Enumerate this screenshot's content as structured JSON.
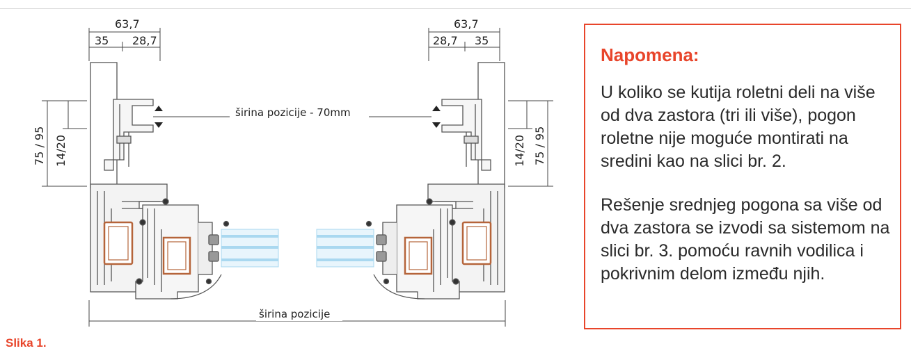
{
  "figure": {
    "caption": "Slika 1.",
    "top_width_label": "širina pozicije - 70mm",
    "bottom_width_label": "širina pozicije",
    "left_dims": {
      "total": "63,7",
      "part_a": "35",
      "part_b": "28,7",
      "vertical_outer": "75 / 95",
      "vertical_inner": "14/20"
    },
    "right_dims": {
      "total": "63,7",
      "part_a": "28,7",
      "part_b": "35",
      "vertical_outer": "75 / 95",
      "vertical_inner": "14/20"
    },
    "glass_color": "#a9d8f0",
    "reinforcement_color": "#b5643a"
  },
  "note": {
    "title": "Napomena:",
    "paragraph1": "U koliko se kutija roletni deli na više od dva zastora (tri ili više), pogon roletne nije moguće montirati na sredini kao na slici br. 2.",
    "paragraph2": "Rešenje srednjeg pogona sa više od dva zastora se izvodi sa sistemom na slici br. 3. pomoću ravnih vodilica i pokrivnim delom između njih.",
    "accent_color": "#e8452b"
  }
}
